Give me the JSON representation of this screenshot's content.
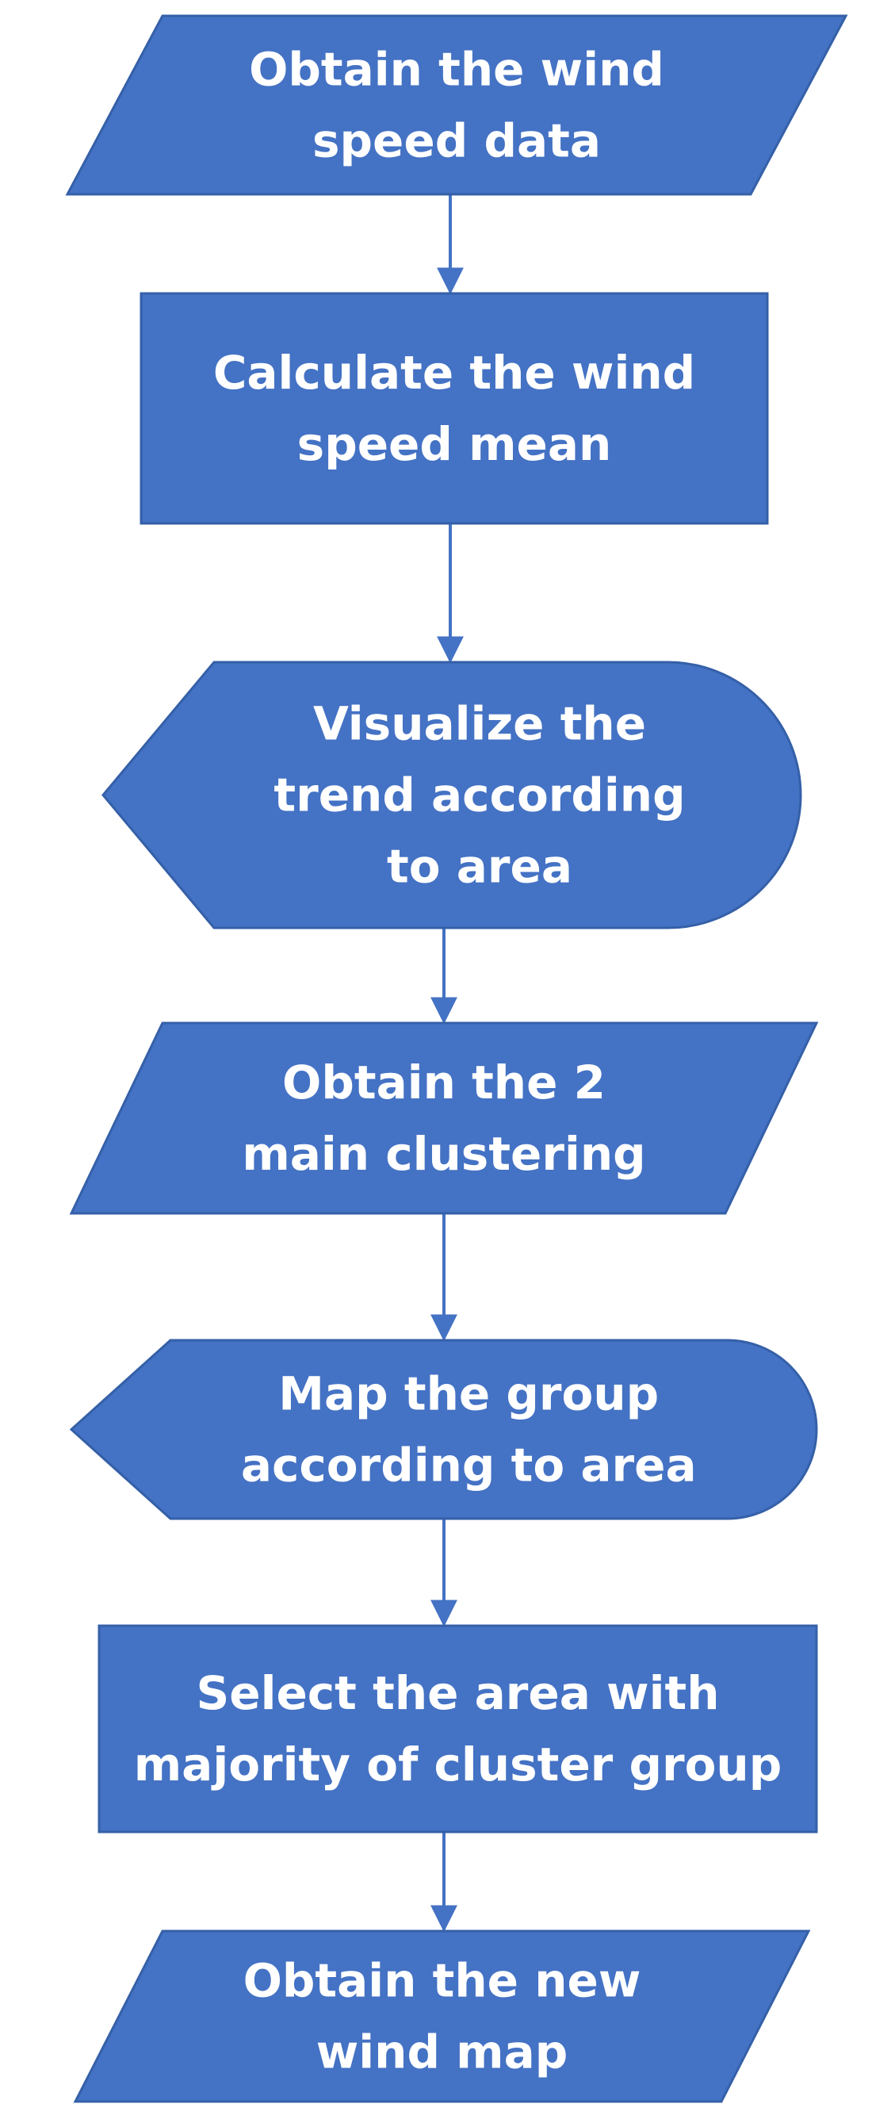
{
  "colors": {
    "node_fill": "#4472c4",
    "node_text": "#ffffff",
    "connector": "#4472c4",
    "background": "#ffffff"
  },
  "nodes": [
    {
      "id": "obtain-wind-speed-data",
      "shape": "parallelogram",
      "lines": [
        "Obtain the wind",
        "speed data"
      ]
    },
    {
      "id": "calculate-wind-speed-mean",
      "shape": "rectangle",
      "lines": [
        "Calculate the wind",
        "speed mean"
      ]
    },
    {
      "id": "visualize-trend",
      "shape": "display",
      "lines": [
        "Visualize the",
        "trend according",
        "to area"
      ]
    },
    {
      "id": "obtain-main-clustering",
      "shape": "parallelogram",
      "lines": [
        "Obtain the 2",
        "main clustering"
      ]
    },
    {
      "id": "map-group",
      "shape": "display",
      "lines": [
        "Map the group",
        "according to area"
      ]
    },
    {
      "id": "select-area",
      "shape": "rectangle",
      "lines": [
        "Select the area with",
        "majority of cluster group"
      ]
    },
    {
      "id": "obtain-new-wind-map",
      "shape": "parallelogram",
      "lines": [
        "Obtain the new",
        "wind map"
      ]
    }
  ],
  "edges": [
    {
      "from": "obtain-wind-speed-data",
      "to": "calculate-wind-speed-mean"
    },
    {
      "from": "calculate-wind-speed-mean",
      "to": "visualize-trend"
    },
    {
      "from": "visualize-trend",
      "to": "obtain-main-clustering"
    },
    {
      "from": "obtain-main-clustering",
      "to": "map-group"
    },
    {
      "from": "map-group",
      "to": "select-area"
    },
    {
      "from": "select-area",
      "to": "obtain-new-wind-map"
    }
  ]
}
